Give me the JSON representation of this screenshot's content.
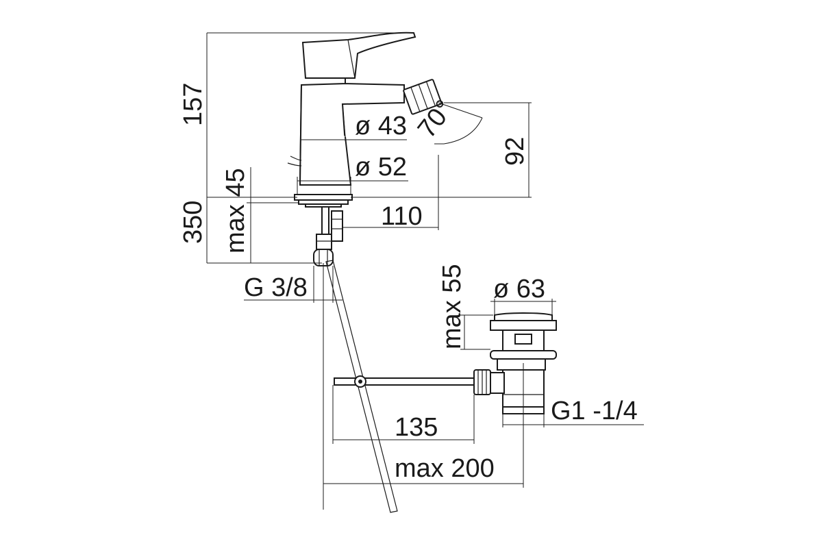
{
  "labels": {
    "height_total": "157",
    "height_spout": "92",
    "dia_43": "ø 43",
    "dia_52": "ø 52",
    "angle": "70°",
    "max_45": "max 45",
    "len_350": "350",
    "reach_110": "110",
    "thread_g38": "G 3/8",
    "max_55": "max 55",
    "dia_63": "ø 63",
    "thread_g114": "G1 -1/4",
    "len_135": "135",
    "max_200": "max 200"
  }
}
